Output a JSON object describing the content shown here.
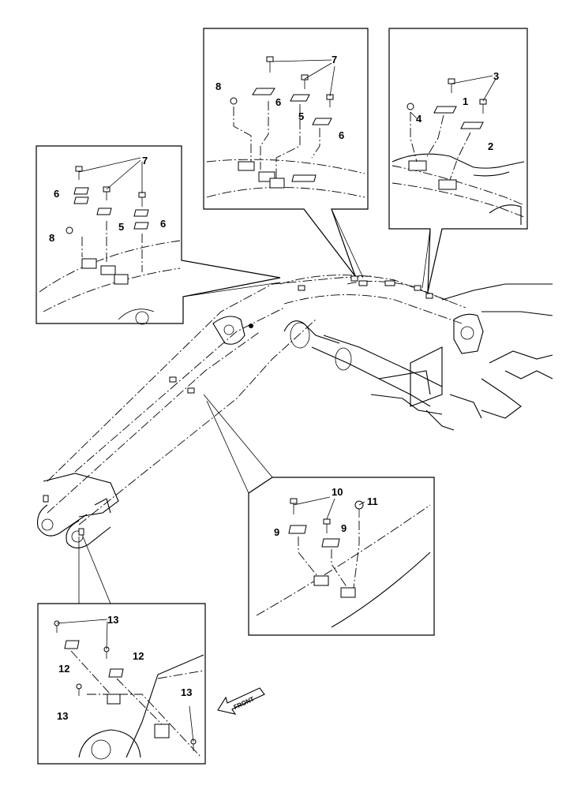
{
  "callouts": {
    "top_left_inset": [
      "7",
      "6",
      "5",
      "6",
      "8"
    ],
    "top_middle_inset": [
      "7",
      "8",
      "6",
      "5",
      "6"
    ],
    "top_right_inset": [
      "3",
      "1",
      "4",
      "2"
    ],
    "middle_right_inset": [
      "10",
      "11",
      "9",
      "9"
    ],
    "bottom_left_inset": [
      "13",
      "12",
      "12",
      "13",
      "13"
    ]
  },
  "front_label": "FRONT"
}
